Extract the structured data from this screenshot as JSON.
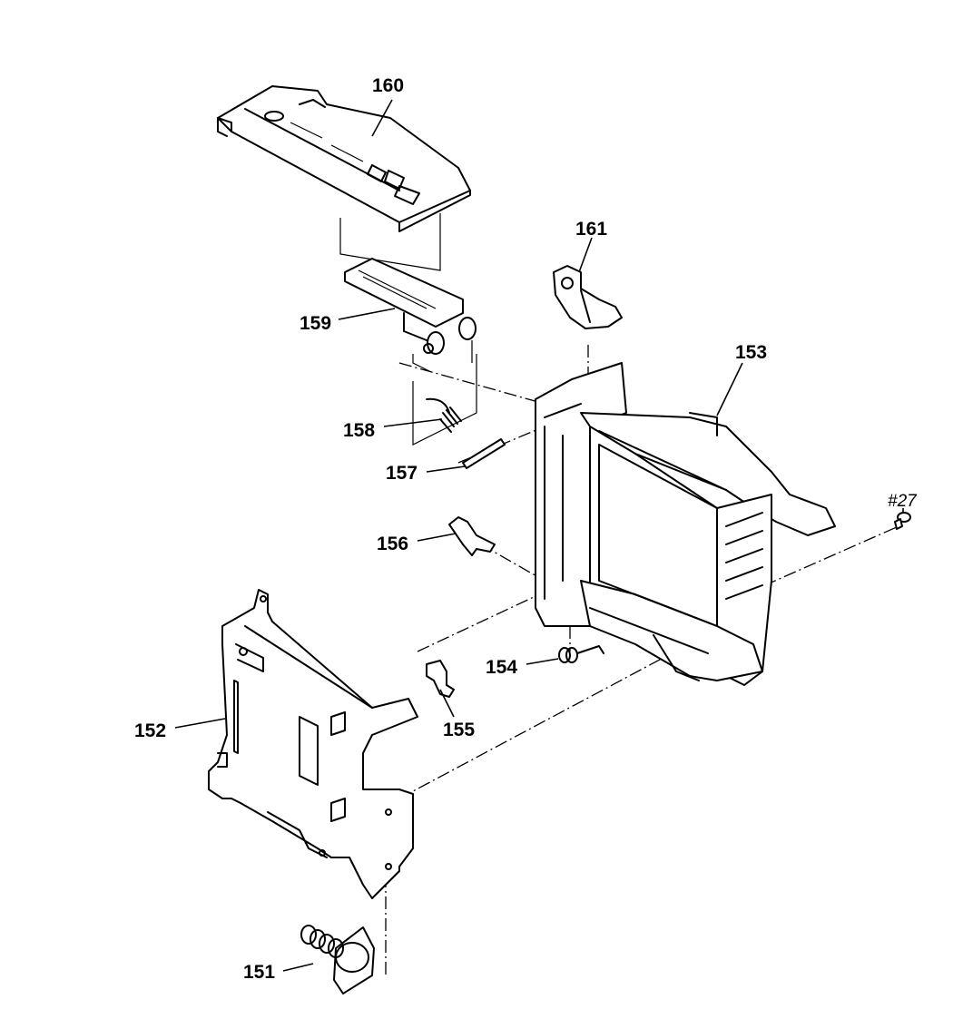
{
  "diagram": {
    "labels": {
      "p151": "151",
      "p152": "152",
      "p153": "153",
      "p154": "154",
      "p155": "155",
      "p156": "156",
      "p157": "157",
      "p158": "158",
      "p159": "159",
      "p160": "160",
      "p161": "161",
      "s27": "#27"
    },
    "colors": {
      "line": "#000000",
      "background": "#ffffff"
    }
  }
}
